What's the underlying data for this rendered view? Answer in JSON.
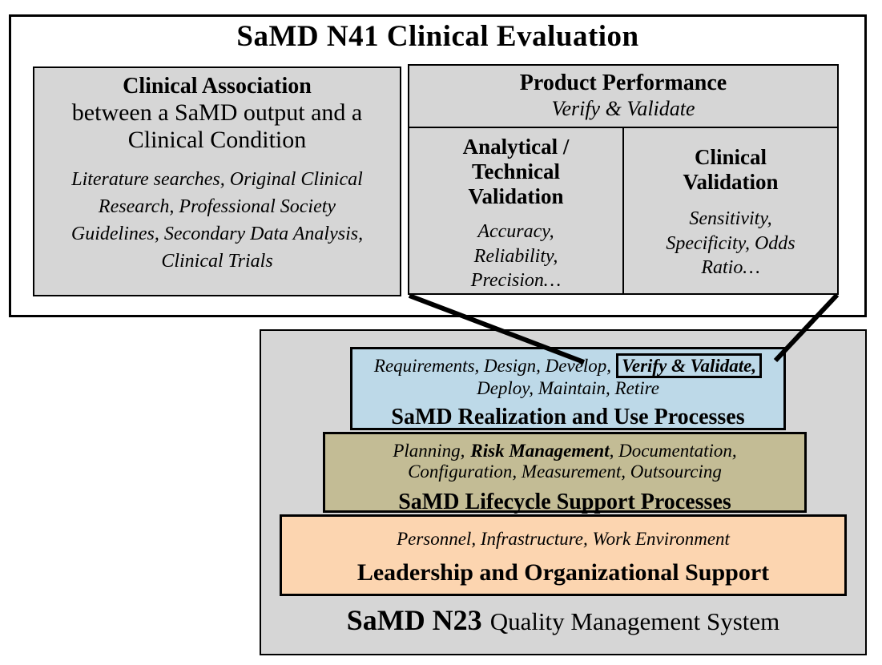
{
  "colors": {
    "panel_grey": "#d6d6d6",
    "realization_blue": "#bdd9e8",
    "lifecycle_olive": "#c3bc95",
    "leadership_orange": "#fcd5b0",
    "border_black": "#000000"
  },
  "n41": {
    "title": "SaMD N41 Clinical Evaluation",
    "clinical_association": {
      "heading": "Clinical Association",
      "subheading": "between a SaMD output and a\nClinical Condition",
      "methods": "Literature searches, Original Clinical\nResearch, Professional Society\nGuidelines, Secondary Data Analysis,\nClinical Trials"
    },
    "product_performance": {
      "heading": "Product Performance",
      "subheading": "Verify & Validate",
      "analytical_validation": {
        "heading": "Analytical /\nTechnical\nValidation",
        "metrics": "Accuracy,\nReliability,\nPrecision…"
      },
      "clinical_validation": {
        "heading": "Clinical\nValidation",
        "metrics": "Sensitivity,\nSpecificity, Odds\nRatio…"
      }
    }
  },
  "n23": {
    "title_bold": "SaMD N23",
    "title_regular": "Quality Management System",
    "realization": {
      "activities_pre": "Requirements, Design, Develop,",
      "activities_highlight": "Verify & Validate,",
      "activities_line2": "Deploy, Maintain, Retire",
      "label": "SaMD Realization and Use Processes"
    },
    "lifecycle": {
      "activities_pre": "Planning,",
      "activities_bold": "Risk Management",
      "activities_post": ", Documentation,",
      "activities_line2": "Configuration, Measurement, Outsourcing",
      "label": "SaMD Lifecycle Support Processes"
    },
    "leadership": {
      "activities": "Personnel, Infrastructure, Work Environment",
      "label": "Leadership and Organizational Support"
    }
  }
}
